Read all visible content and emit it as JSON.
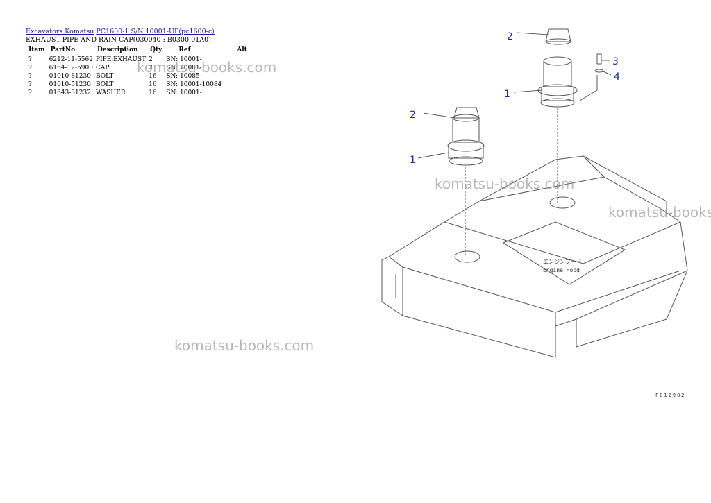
{
  "breadcrumb": {
    "link1": "Excavators Komatsu",
    "link2": "PC1600-1 S/N 10001-UP(pc1600-c)"
  },
  "title": "EXHAUST PIPE AND RAIN CAP(030040 : B0300-01A0)",
  "table": {
    "headers": [
      "Item",
      "PartNo",
      "Description",
      "Qty",
      "Ref",
      "Alt"
    ],
    "rows": [
      {
        "item": "?",
        "part": "6212-11-5562",
        "desc": "PIPE,EXHAUST",
        "qty": "2",
        "ref": "SN: 10001-",
        "alt": ""
      },
      {
        "item": "?",
        "part": "6164-12-5900",
        "desc": "CAP",
        "qty": "2",
        "ref": "SN: 10001-",
        "alt": ""
      },
      {
        "item": "?",
        "part": "01010-81230",
        "desc": "BOLT",
        "qty": "16",
        "ref": "SN: 10085-",
        "alt": ""
      },
      {
        "item": "?",
        "part": "01010-51230",
        "desc": "BOLT",
        "qty": "16",
        "ref": "SN: 10001-10084",
        "alt": ""
      },
      {
        "item": "?",
        "part": "01643-31232",
        "desc": "WASHER",
        "qty": "16",
        "ref": "SN: 10001-",
        "alt": ""
      }
    ]
  },
  "watermarks": [
    "komatsu-books.com",
    "komatsu-books.com",
    "komatsu-books.com",
    "komatsu-books.com"
  ],
  "diagram": {
    "callouts": [
      "2",
      "3",
      "4",
      "1",
      "2",
      "1"
    ],
    "hood_label_jp": "エンジンフード",
    "hood_label_en": "Engine Hood",
    "figure_code": "F812982"
  },
  "colors": {
    "link": "#1a1aa6",
    "callout": "#1a2a9a",
    "watermark": "#9a9a9a"
  }
}
